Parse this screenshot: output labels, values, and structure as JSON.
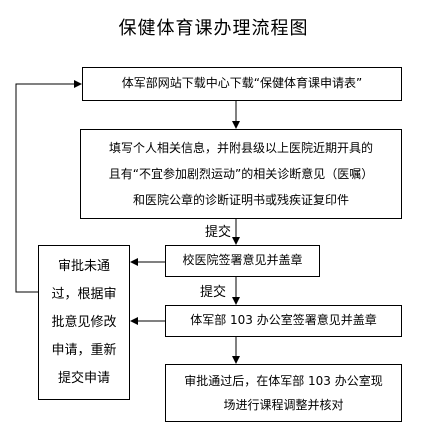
{
  "title": "保健体育课办理流程图",
  "steps": {
    "download": "体军部网站下载中心下载“保健体育课申请表”",
    "fill_lines": [
      "填写个人相关信息，并附县级以上医院近期开具的",
      "且有“不宜参加剧烈运动”的相关诊断意见（医嘱）",
      "和医院公章的诊断证明书或残疾证复印件"
    ],
    "hospital": "校医院签署意见并盖章",
    "office": "体军部 103 办公室签署意见并盖章",
    "final_lines": [
      "审批通过后，在体军部 103 办公室现",
      "场进行课程调整并核对"
    ],
    "reject_lines": [
      "审批未通",
      "过，根据审",
      "批意见修改",
      "申请，重新",
      "提交申请"
    ]
  },
  "labels": {
    "submit1": "提交",
    "submit2": "提交"
  }
}
